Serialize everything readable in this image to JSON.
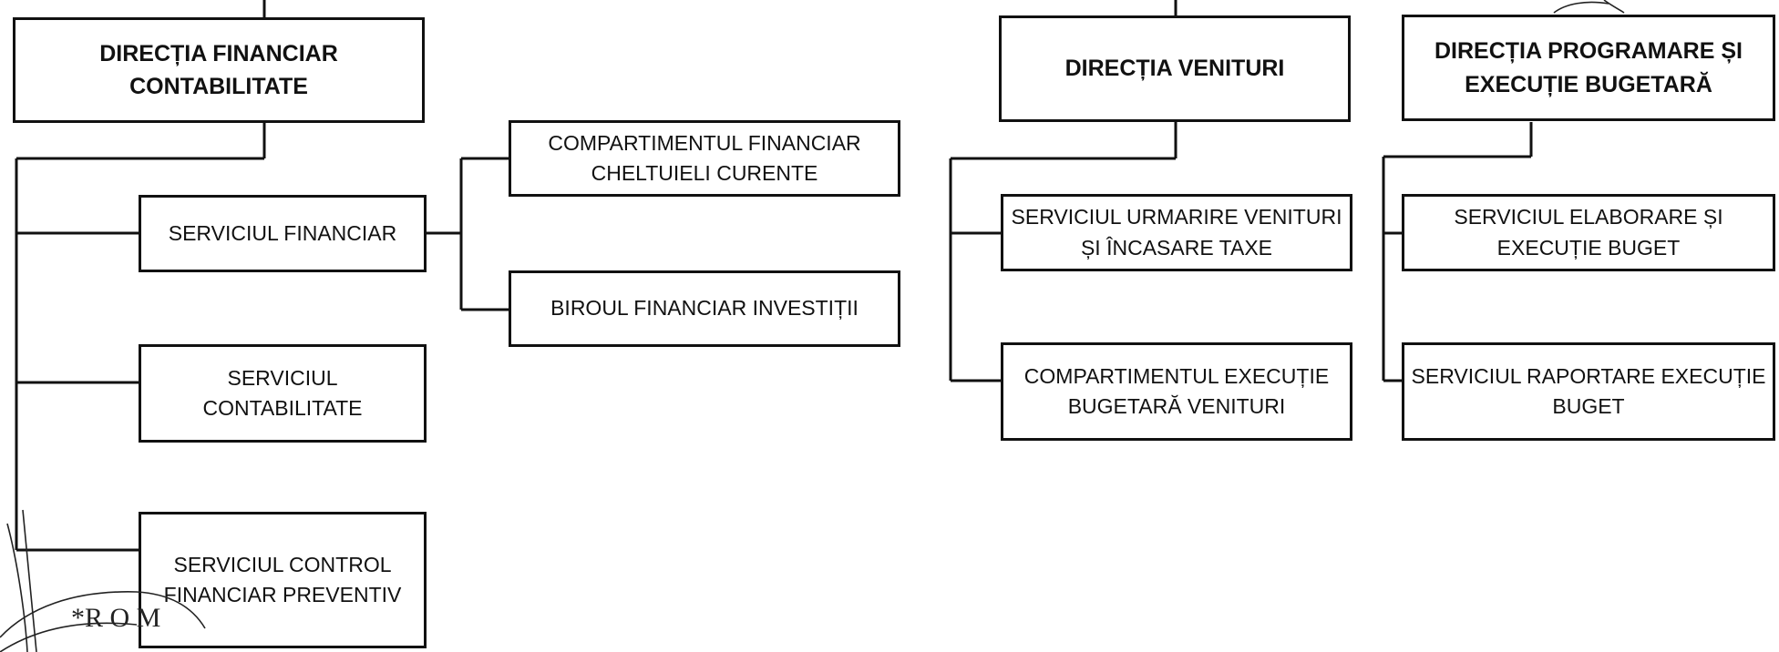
{
  "boxes": {
    "dir_financiar": "DIRECȚIA FINANCIAR CONTABILITATE",
    "serv_financiar": "SERVICIUL FINANCIAR",
    "comp_cheltuieli": "COMPARTIMENTUL FINANCIAR CHELTUIELI CURENTE",
    "birou_investitii": "BIROUL FINANCIAR INVESTIȚII",
    "serv_contabilitate": "SERVICIUL CONTABILITATE",
    "serv_control": "SERVICIUL CONTROL FINANCIAR PREVENTIV",
    "dir_venituri": "DIRECȚIA VENITURI",
    "serv_urmarire": "SERVICIUL URMARIRE VENITURI ȘI ÎNCASARE TAXE",
    "comp_executie_venituri": "COMPARTIMENTUL EXECUȚIE BUGETARĂ VENITURI",
    "dir_programare": "DIRECȚIA PROGRAMARE ȘI EXECUȚIE BUGETARĂ",
    "serv_elaborare": "SERVICIUL ELABORARE ȘI EXECUȚIE BUGET",
    "serv_raportare": "SERVICIUL RAPORTARE EXECUȚIE BUGET"
  },
  "seal": {
    "text": "*R O M"
  }
}
